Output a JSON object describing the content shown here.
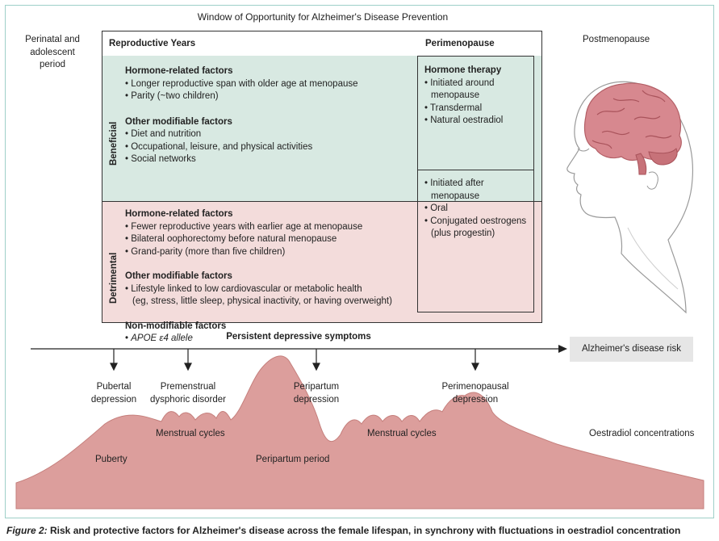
{
  "figure_title": "Window of Opportunity for Alzheimer's Disease Prevention",
  "stages": {
    "perinatal": "Perinatal and adolescent period",
    "postmenopause": "Postmenopause"
  },
  "table": {
    "col_reproductive": "Reproductive Years",
    "col_perimenopause": "Perimenopause",
    "beneficial": {
      "label": "Beneficial",
      "hormone_heading": "Hormone-related factors",
      "hormone_items": [
        "• Longer reproductive span with older age at menopause",
        "• Parity (~two children)"
      ],
      "other_heading": "Other modifiable factors",
      "other_items": [
        "• Diet and nutrition",
        "• Occupational, leisure, and physical activities",
        "• Social networks"
      ],
      "therapy_heading": "Hormone therapy",
      "therapy_items": [
        "• Initiated around",
        "menopause",
        "• Transdermal",
        "• Natural oestradiol"
      ]
    },
    "detrimental": {
      "label": "Detrimental",
      "hormone_heading": "Hormone-related factors",
      "hormone_items": [
        "• Fewer reproductive years with earlier age at menopause",
        "• Bilateral oophorectomy before natural menopause",
        "• Grand-parity (more than five children)"
      ],
      "other_heading": "Other modifiable factors",
      "other_items": [
        "• Lifestyle linked to low cardiovascular or metabolic health",
        "(eg, stress, little sleep, physical inactivity, or having overweight)"
      ],
      "nonmod_heading": "Non-modifiable factors",
      "nonmod_item_prefix": "•",
      "nonmod_item": "APOE ε4 allele",
      "therapy_items": [
        "• Initiated after",
        "menopause",
        "• Oral",
        "• Conjugated oestrogens",
        "(plus progestin)"
      ]
    }
  },
  "timeline": {
    "persistent_label": "Persistent depressive symptoms",
    "risk_label": "Alzheimer's disease risk",
    "events": {
      "pubertal_1": "Pubertal",
      "pubertal_2": "depression",
      "pmdd_1": "Premenstrual",
      "pmdd_2": "dysphoric disorder",
      "peripartum_1": "Peripartum",
      "peripartum_2": "depression",
      "perimeno_1": "Perimenopausal",
      "perimeno_2": "depression"
    }
  },
  "curve_labels": {
    "menstrual_1": "Menstrual cycles",
    "menstrual_2": "Menstrual cycles",
    "puberty": "Puberty",
    "peripartum_period": "Peripartum period",
    "oestradiol": "Oestradiol concentrations"
  },
  "caption": {
    "figure_num": "Figure 2:",
    "text": " Risk and protective factors for Alzheimer's disease across the female lifespan, in synchrony with fluctuations in oestradiol concentration"
  },
  "colors": {
    "beneficial_bg": "#d8e9e2",
    "detrimental_bg": "#f3dcdb",
    "curve_fill": "#dc9e9c",
    "curve_stroke": "#c57f7c",
    "brain": "#d7888f",
    "frame": "#9ed0c8"
  }
}
